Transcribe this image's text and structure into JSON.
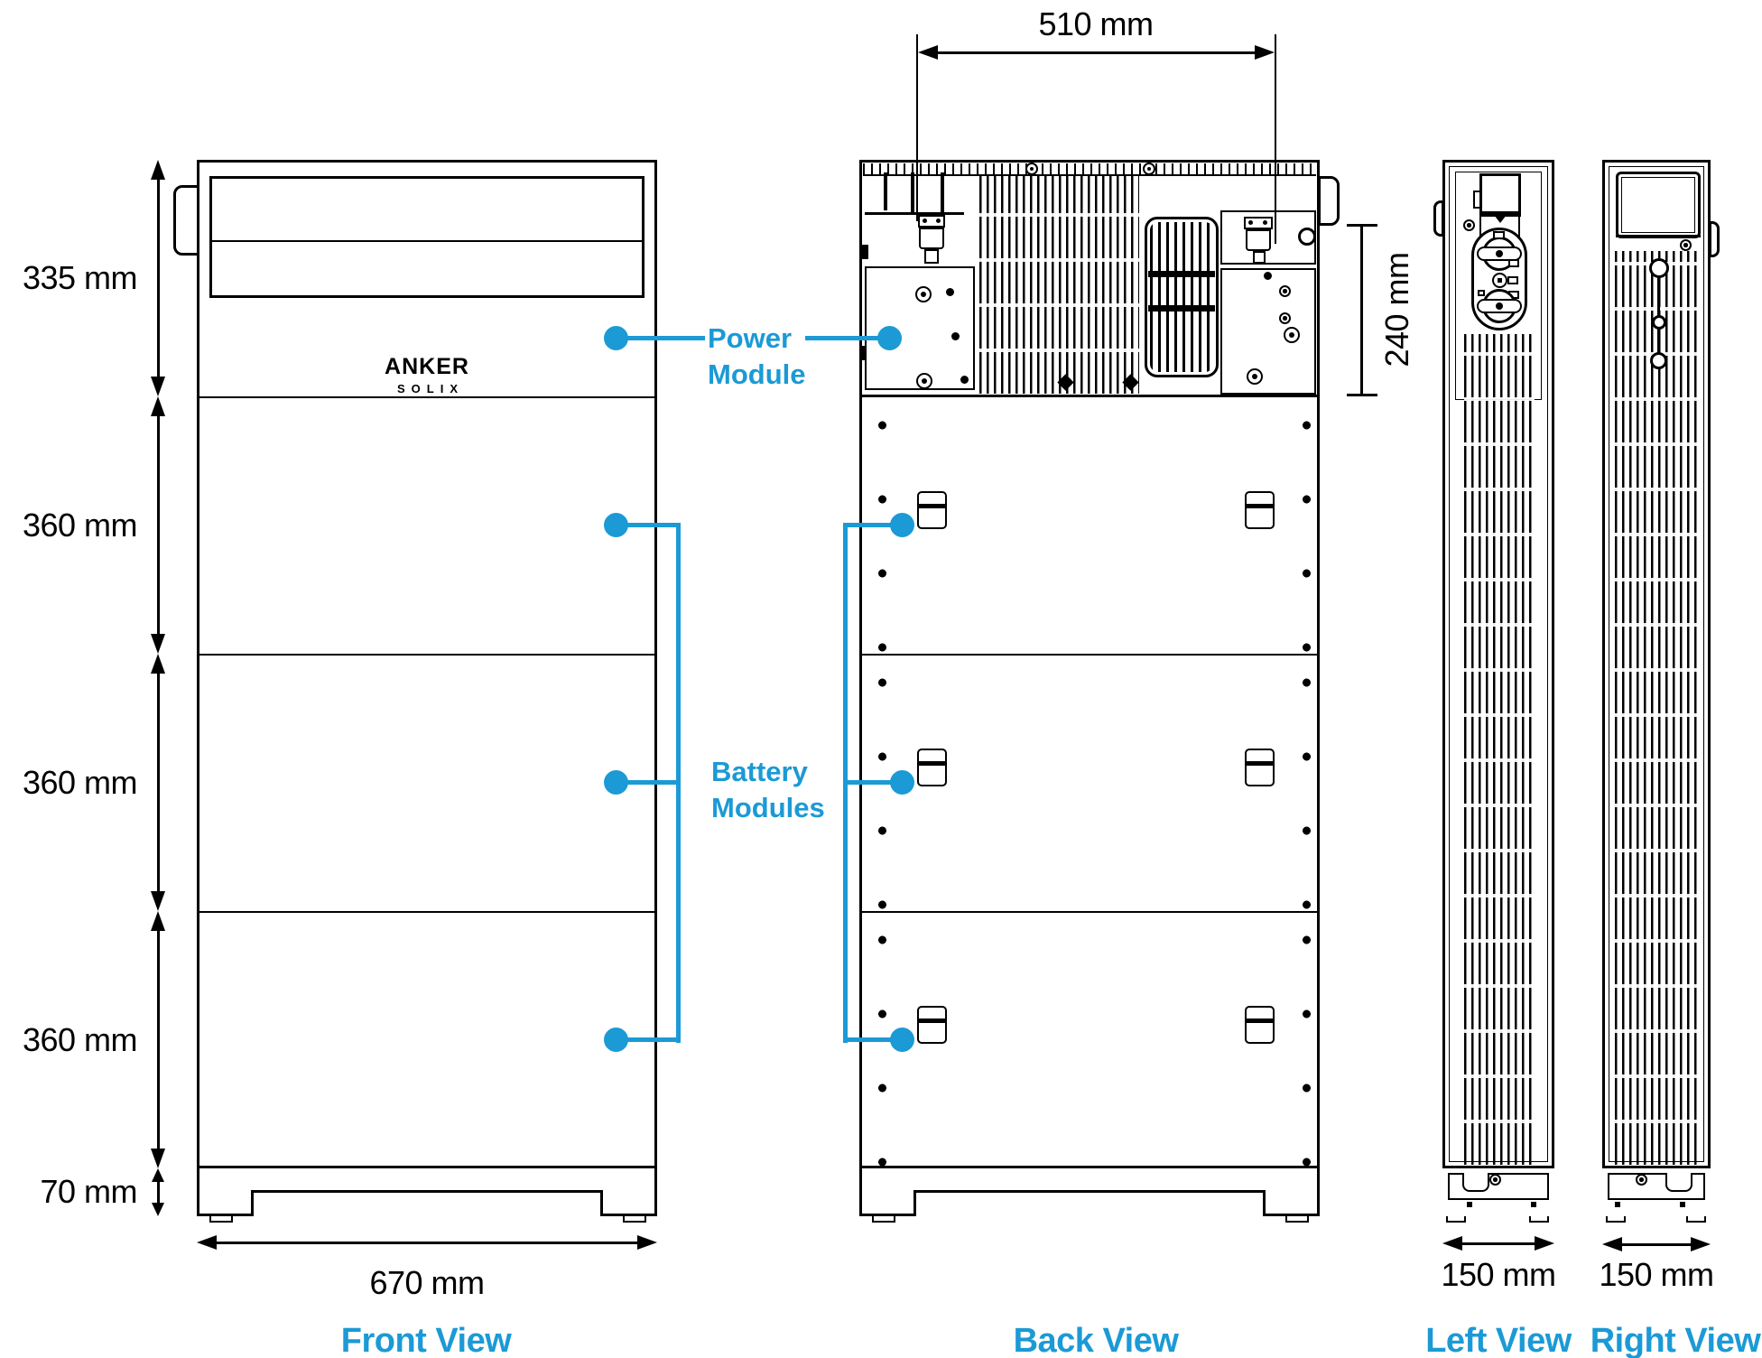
{
  "colors": {
    "accent": "#1B9AD5",
    "ink": "#000000"
  },
  "brand": {
    "line1": "ANKER",
    "line2": "SOLIX"
  },
  "views": {
    "front": "Front View",
    "back": "Back View",
    "left": "Left View",
    "right": "Right View"
  },
  "dims": {
    "front_heights": [
      "335 mm",
      "360 mm",
      "360 mm",
      "360 mm",
      "70 mm"
    ],
    "front_width": "670 mm",
    "back_width": "510 mm",
    "power_height": "240 mm",
    "left_width": "150 mm",
    "right_width": "150 mm"
  },
  "callouts": {
    "power_line1": "Power",
    "power_line2": "Module",
    "battery_line1": "Battery",
    "battery_line2": "Modules"
  }
}
